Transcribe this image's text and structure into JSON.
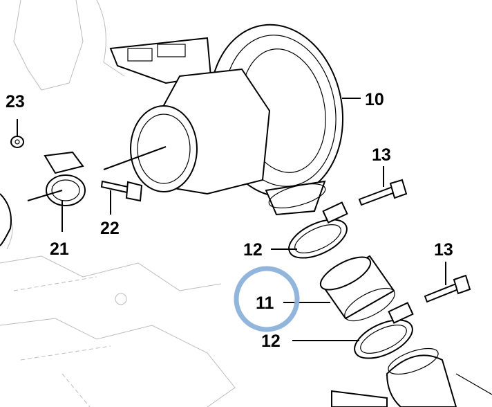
{
  "diagram": {
    "callouts": [
      {
        "id": "label-23",
        "text": "23"
      },
      {
        "id": "label-21",
        "text": "21"
      },
      {
        "id": "label-22",
        "text": "22"
      },
      {
        "id": "label-10",
        "text": "10"
      },
      {
        "id": "label-13-top",
        "text": "13"
      },
      {
        "id": "label-12-top",
        "text": "12"
      },
      {
        "id": "label-11",
        "text": "11"
      },
      {
        "id": "label-12-bottom",
        "text": "12"
      },
      {
        "id": "label-13-bottom",
        "text": "13"
      }
    ],
    "highlight": {
      "callout": "11",
      "color": "#8bb1d9"
    }
  }
}
